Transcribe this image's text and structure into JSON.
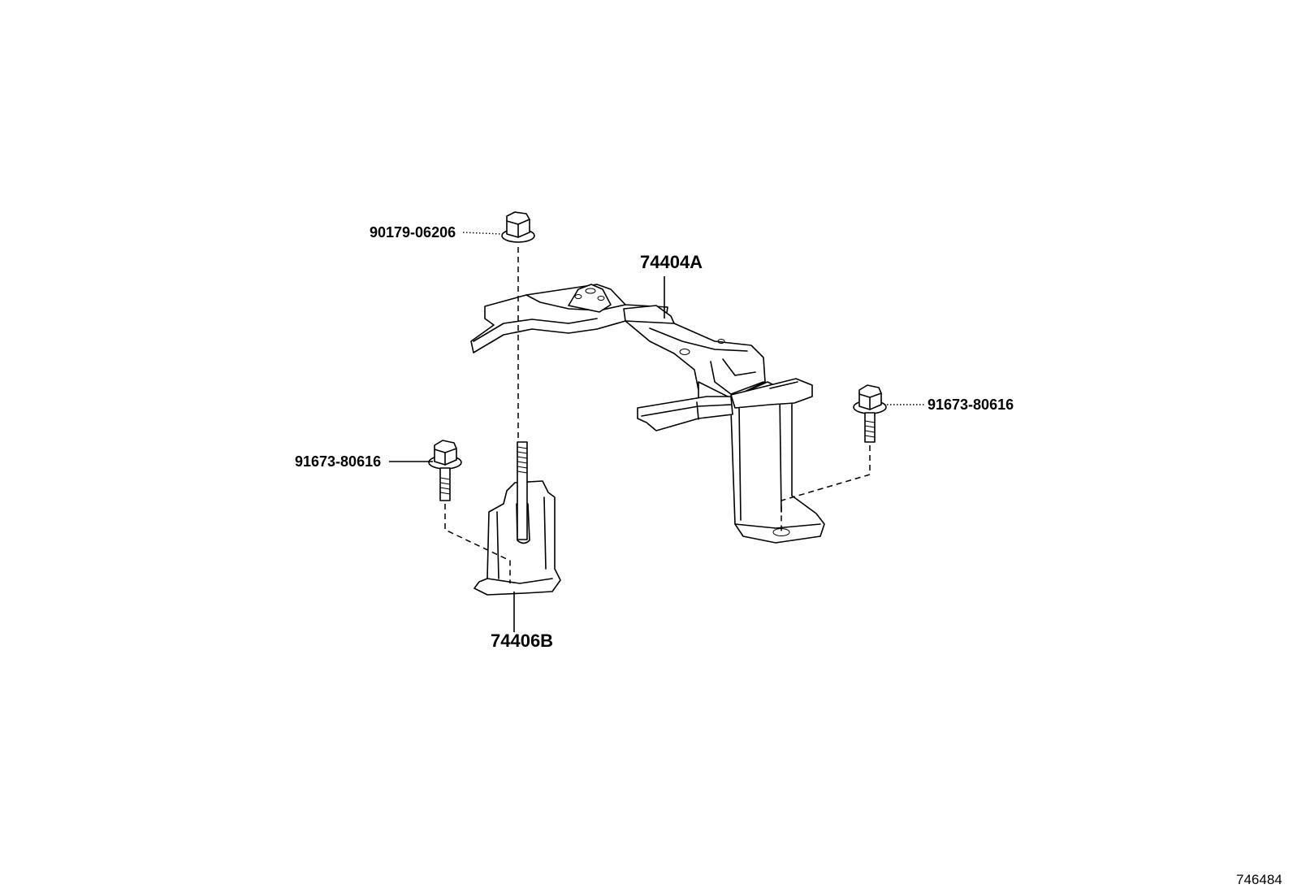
{
  "labels": {
    "nut_top": "90179-06206",
    "bracket_main": "74404A",
    "bolt_right": "91673-80616",
    "bolt_left": "91673-80616",
    "bracket_sub": "74406B"
  },
  "reference_number": "746484"
}
